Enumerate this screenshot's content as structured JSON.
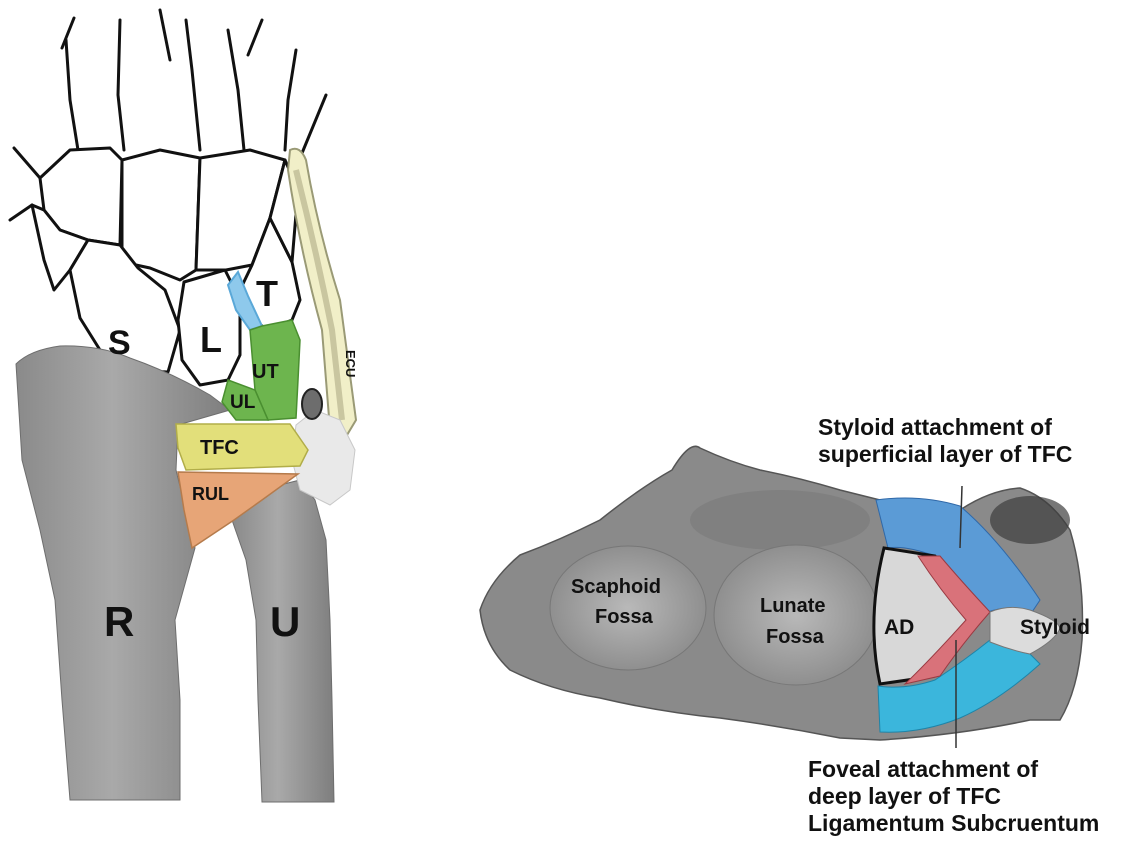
{
  "left_panel": {
    "labels": {
      "S": "S",
      "L": "L",
      "T": "T",
      "UT": "UT",
      "UL": "UL",
      "ECU": "ECU",
      "TFC": "TFC",
      "RUL": "RUL",
      "R": "R",
      "U": "U"
    },
    "colors": {
      "bone": "#8e8e8e",
      "ulnotriquetral_ulnolunate": "#6db54e",
      "lunotriquetral": "#8ec9ec",
      "tfc": "#e2df7a",
      "radioulnar": "#e7a577",
      "ecu_sheath": "#f1efc8"
    }
  },
  "right_panel": {
    "labels": {
      "scaphoid_fossa_line1": "Scaphoid",
      "scaphoid_fossa_line2": "Fossa",
      "lunate_fossa_line1": "Lunate",
      "lunate_fossa_line2": "Fossa",
      "ad": "AD",
      "styloid": "Styloid"
    },
    "annotations": {
      "top_line1": "Styloid attachment of",
      "top_line2": "superficial layer of TFC",
      "bottom_line1": "Foveal attachment of",
      "bottom_line2": "deep layer of TFC",
      "bottom_line3": "Ligamentum Subcruentum"
    },
    "colors": {
      "superficial_layer": "#5b9bd6",
      "deep_layer_dorsal": "#d9727a",
      "deep_layer_volar": "#3bb6dc"
    }
  }
}
